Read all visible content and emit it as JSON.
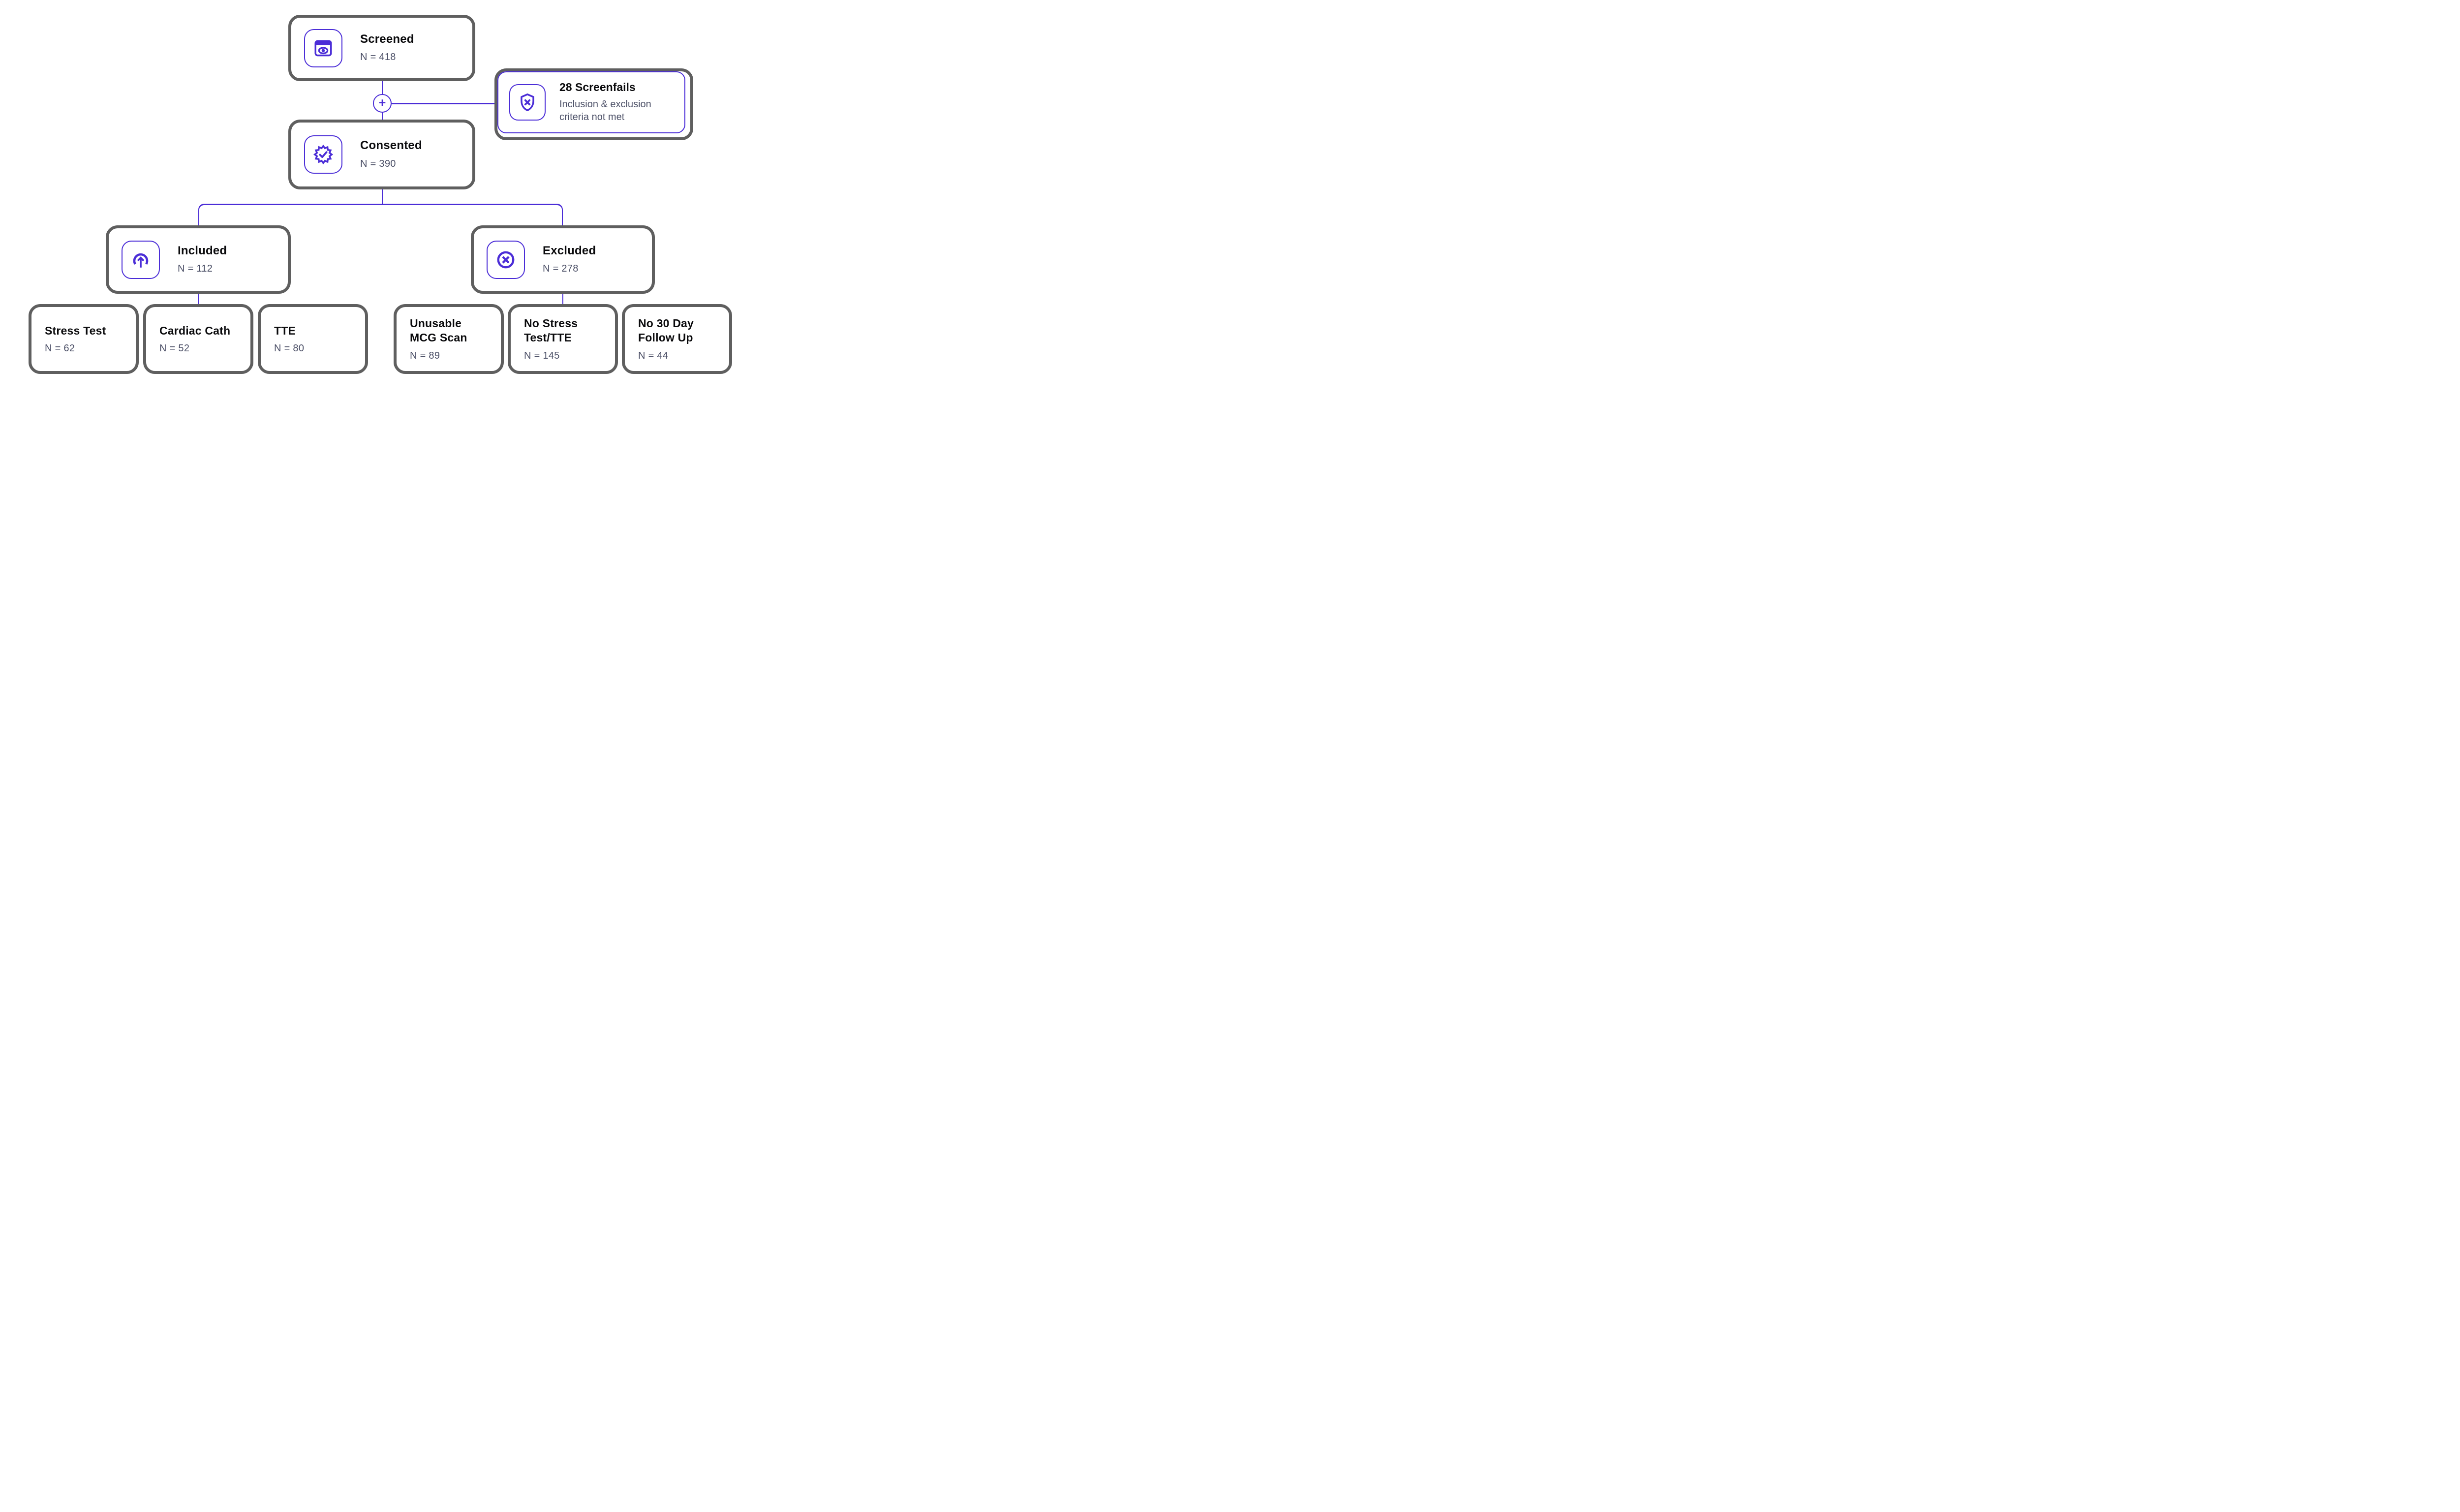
{
  "colors": {
    "accent": "#4B2DD7",
    "box_border": "#5F5F5F",
    "title_text": "#0A0A0C",
    "count_text": "#4B4F66",
    "background": "#FFFFFF"
  },
  "flow": {
    "screened": {
      "title": "Screened",
      "count": "N = 418",
      "icon": "screen-eye-icon"
    },
    "screenfails": {
      "title": "28 Screenfails",
      "description": "Inclusion & exclusion\ncriteria not met",
      "icon": "shield-x-icon"
    },
    "consented": {
      "title": "Consented",
      "count": "N = 390",
      "icon": "badge-check-icon"
    },
    "included": {
      "title": "Included",
      "count": "N = 112",
      "icon": "arrow-up-icon"
    },
    "excluded": {
      "title": "Excluded",
      "count": "N = 278",
      "icon": "x-circle-icon"
    },
    "plus_connector": "+",
    "included_children": [
      {
        "title": "Stress Test",
        "count": "N = 62"
      },
      {
        "title": "Cardiac Cath",
        "count": "N = 52"
      },
      {
        "title": "TTE",
        "count": "N = 80"
      }
    ],
    "excluded_children": [
      {
        "title": "Unusable\nMCG Scan",
        "count": "N = 89"
      },
      {
        "title": "No Stress\nTest/TTE",
        "count": "N = 145"
      },
      {
        "title": "No 30 Day\nFollow Up",
        "count": "N = 44"
      }
    ]
  }
}
